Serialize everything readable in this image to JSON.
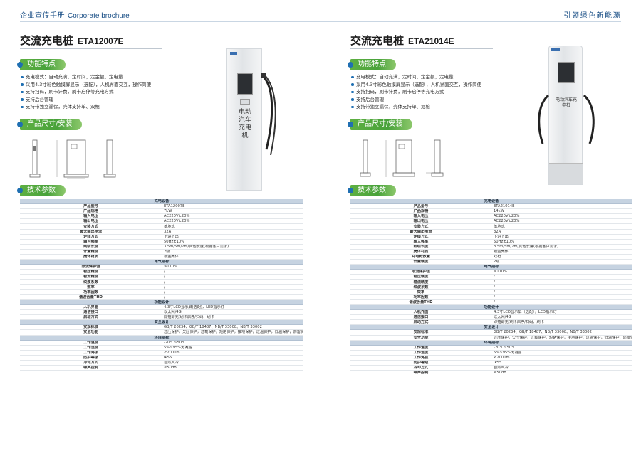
{
  "header": {
    "left_cn": "企业宣传手册",
    "left_en": "Corporate brochure",
    "right": "引领绿色新能源"
  },
  "colors": {
    "brand_blue": "#1a4f86",
    "tag_green": "#5fb043",
    "table_header": "#c6d3e1"
  },
  "left": {
    "title": "交流充电桩",
    "model": "ETA12007E",
    "features_label": "功能特点",
    "features": [
      "充电模式：自动充满，定时间，定金额，定电量",
      "采用4.3寸彩色触摸屏显示（选配），人机界面交互，操作简便",
      "支持扫码，刷卡计费，刷卡启停等充电方式",
      "支持后台管理",
      "支持带独立漏保，壳体支持单、双枪"
    ],
    "dims_label": "产品尺寸/安装",
    "params_label": "技术参数",
    "product_text": "电动汽车充电机",
    "spec": [
      {
        "g": "充电设备"
      },
      {
        "k": "产品型号",
        "v": "ETA12007E"
      },
      {
        "k": "产品规格",
        "v": "7kW"
      },
      {
        "k": "输入电压",
        "v": "AC220V±20%"
      },
      {
        "k": "输出电压",
        "v": "AC220V±20%"
      },
      {
        "k": "安装方式",
        "v": "落地式"
      },
      {
        "k": "最大输出电流",
        "v": "32A"
      },
      {
        "k": "走线方式",
        "v": "下进下出"
      },
      {
        "k": "输入频率",
        "v": "50Hz±10%"
      },
      {
        "k": "线缆长度",
        "v": "3.5m/5m/7m/其他长度(根据客户需求)"
      },
      {
        "k": "计量精度",
        "v": "2级"
      },
      {
        "k": "壳体材质",
        "v": "钣金壳体"
      },
      {
        "g": "电气指标"
      },
      {
        "k": "限流保护值",
        "v": "≥110%"
      },
      {
        "k": "稳压精度",
        "v": "/"
      },
      {
        "k": "稳流精度",
        "v": "/"
      },
      {
        "k": "纹波系数",
        "v": "/"
      },
      {
        "k": "效率",
        "v": "/"
      },
      {
        "k": "功率因数",
        "v": "/"
      },
      {
        "k": "谐波含量THD",
        "v": "/"
      },
      {
        "g": "功能设计"
      },
      {
        "k": "人机界面",
        "v": "4.3寸LCD显示屏(选配)，LED指示灯"
      },
      {
        "k": "通信接口",
        "v": "以太网/4G"
      },
      {
        "k": "启动方式",
        "v": "即插即充/刷卡启停/扫码、刷卡"
      },
      {
        "g": "安全设计"
      },
      {
        "k": "安规标准",
        "v": "GB/T 20234、GB/T 18487、NB/T 33008、NB/T 33002"
      },
      {
        "k": "安全功能",
        "v": "过压保护，欠压保护，过载保护，短路保护，接地保护，过温保护，低温保护，防雷保护"
      },
      {
        "g": "环境指标"
      },
      {
        "k": "工作温度",
        "v": "-20℃~50℃"
      },
      {
        "k": "工作湿度",
        "v": "5%~95%无凝露"
      },
      {
        "k": "工作海拔",
        "v": "<2000m"
      },
      {
        "k": "防护等级",
        "v": "IP55"
      },
      {
        "k": "冷却方式",
        "v": "自然风冷"
      },
      {
        "k": "噪声控制",
        "v": "≤50dB"
      }
    ]
  },
  "right": {
    "title": "交流充电桩",
    "model": "ETA21014E",
    "features_label": "功能特点",
    "features": [
      "充电模式：自动充满，定时间，定金额，定电量",
      "采用4.3寸彩色触摸屏显示（选配），人机界面交互，操作简便",
      "支持扫码，刷卡计费，刷卡启停等充电方式",
      "支持后台管理",
      "支持带独立漏保，壳体支持单、双枪"
    ],
    "dims_label": "产品尺寸/安装",
    "params_label": "技术参数",
    "product_text": "电动汽车充电桩",
    "spec": [
      {
        "g": "充电设备"
      },
      {
        "k": "产品型号",
        "v": "ETA21014E"
      },
      {
        "k": "产品规格",
        "v": "14kW"
      },
      {
        "k": "输入电压",
        "v": "AC220V±20%"
      },
      {
        "k": "输出电压",
        "v": "AC220V±20%"
      },
      {
        "k": "安装方式",
        "v": "落地式"
      },
      {
        "k": "最大输出电流",
        "v": "32A"
      },
      {
        "k": "走线方式",
        "v": "下进下出"
      },
      {
        "k": "输入频率",
        "v": "50Hz±10%"
      },
      {
        "k": "线缆长度",
        "v": "3.5m/5m/7m/其他长度(根据客户需求)"
      },
      {
        "k": "壳体材质",
        "v": "钣金壳体"
      },
      {
        "k": "充电枪数量",
        "v": "双枪"
      },
      {
        "k": "计量精度",
        "v": "2级"
      },
      {
        "g": "电气指标"
      },
      {
        "k": "限流保护值",
        "v": "≥110%"
      },
      {
        "k": "稳压精度",
        "v": "/"
      },
      {
        "k": "稳流精度",
        "v": "/"
      },
      {
        "k": "纹波系数",
        "v": "/"
      },
      {
        "k": "效率",
        "v": "/"
      },
      {
        "k": "功率因数",
        "v": "/"
      },
      {
        "k": "谐波含量THD",
        "v": "/"
      },
      {
        "g": "功能设计"
      },
      {
        "k": "人机界面",
        "v": "4.3寸LCD显示屏（选配），LED指示灯"
      },
      {
        "k": "通信接口",
        "v": "以太网/4G"
      },
      {
        "k": "启动方式",
        "v": "即插即充/刷卡启停/扫码、刷卡"
      },
      {
        "g": "安全设计"
      },
      {
        "k": "安规标准",
        "v": "GB/T 20234、GB/T 18487、NB/T 33008、NB/T 33002"
      },
      {
        "k": "安全功能",
        "v": "过压保护，欠压保护，过载保护，短路保护，接地保护，过温保护，低温保护，防雷保护"
      },
      {
        "g": "环境指标"
      },
      {
        "k": "工作温度",
        "v": "-20℃~50℃"
      },
      {
        "k": "工作湿度",
        "v": "5%~95%无凝露"
      },
      {
        "k": "工作海拔",
        "v": "<2000m"
      },
      {
        "k": "防护等级",
        "v": "IP55"
      },
      {
        "k": "冷却方式",
        "v": "自然风冷"
      },
      {
        "k": "噪声控制",
        "v": "≤50dB"
      }
    ]
  }
}
